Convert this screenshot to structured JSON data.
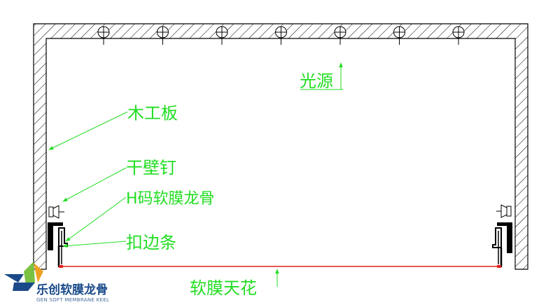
{
  "labels": {
    "light_source": "光源",
    "wood_board": "木工板",
    "drywall_nail": "干壁钉",
    "h_keel": "H码软膜龙骨",
    "edge_strip": "扣边条",
    "soft_film_ceiling": "软膜天花"
  },
  "logo": {
    "name_cn": "乐创软膜龙骨",
    "name_en": "GEN SOFT MEMBRANE KEEL"
  },
  "colors": {
    "label": "#22dd22",
    "film": "#e02020",
    "structure": "#000000",
    "logo_blue": "#1a4a8a",
    "logo_green": "#7bc142"
  },
  "light_count": 7
}
